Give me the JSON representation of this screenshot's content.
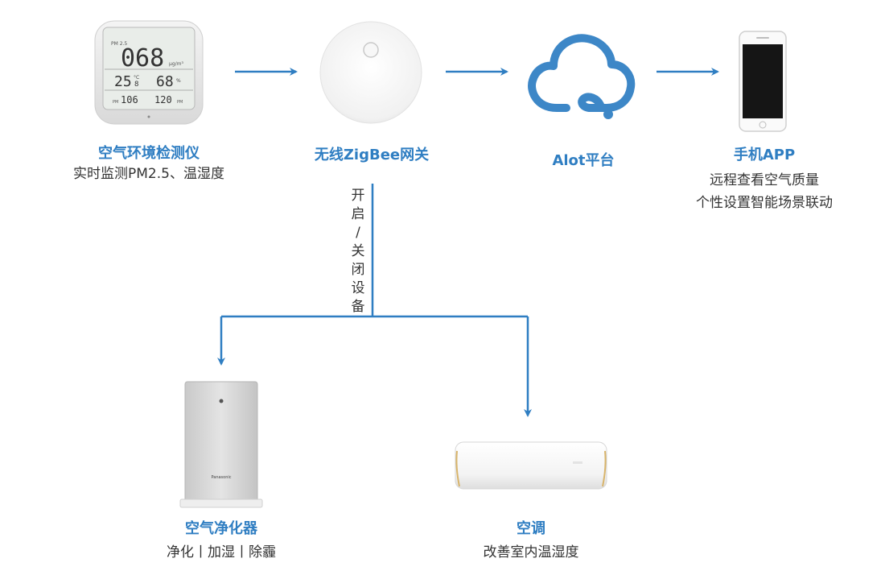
{
  "colors": {
    "accent": "#2f7ec2",
    "text": "#333333"
  },
  "nodes": {
    "sensor": {
      "title": "空气环境检测仪",
      "desc": [
        "实时监测PM2.5、温湿度"
      ],
      "display": {
        "main": "068",
        "unit_small": "PM 2.5",
        "unit_main": "μg/m³",
        "temp": "25",
        "temp_unit": "°C",
        "temp_dec": "8",
        "hum": "68",
        "hum_unit": "%",
        "pm_left_label": "PM",
        "pm_left": "106",
        "pm_right": "120",
        "pm_right_label": "PM"
      }
    },
    "gateway": {
      "title": "无线ZigBee网关",
      "desc": []
    },
    "platform": {
      "title": "Alot平台",
      "desc": []
    },
    "app": {
      "title": "手机APP",
      "desc": [
        "远程查看空气质量",
        "个性设置智能场景联动"
      ]
    },
    "purifier": {
      "title": "空气净化器",
      "desc": [
        "净化丨加湿丨除霾"
      ],
      "brand": "Panasonic"
    },
    "ac": {
      "title": "空调",
      "desc": [
        "改善室内温湿度"
      ]
    }
  },
  "control_label": [
    "开",
    "启",
    "/",
    "关",
    "闭",
    "设",
    "备"
  ],
  "icons": [
    "air-sensor-icon",
    "zigbee-gateway-icon",
    "cloud-platform-icon",
    "smartphone-icon",
    "air-purifier-icon",
    "air-conditioner-icon"
  ]
}
